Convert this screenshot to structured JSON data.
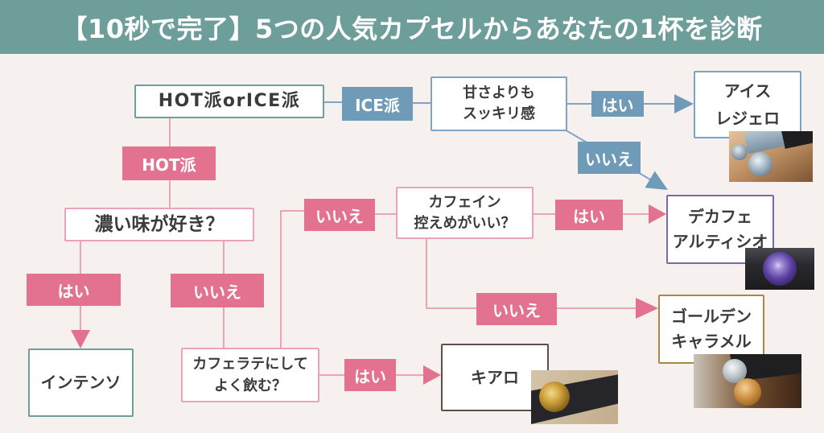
{
  "title": "【10秒で完了】5つの人気カプセルからあなたの1杯を診断",
  "colors": {
    "title_bar": "#6e9e9a",
    "background": "#f6f0ee",
    "ice_path": "#6f9bb9",
    "ice_path_line": "#7ea6c2",
    "hot_path": "#e2728f",
    "hot_path_line": "#eaa3b7",
    "result_ice_leggero": "#7ba4c1",
    "result_decaf_altissio": "#7a69a9",
    "result_golden_caramel": "#a78947",
    "result_chiaro": "#5b4f46",
    "result_intenso": "#6e9e9a"
  },
  "questions": {
    "hot_or_ice": "HOT派orICE派",
    "refreshing_over_sweet": [
      "甘さよりも",
      "スッキリ感"
    ],
    "strong_taste": "濃い味が好き？",
    "cafe_latte": [
      "カフェラテにして",
      "よく飲む？"
    ],
    "low_caffeine": [
      "カフェイン",
      "控えめがいい？"
    ]
  },
  "answers": {
    "ice": "ICE派",
    "hot": "HOT派",
    "refreshing_yes": "はい",
    "refreshing_no": "いいえ",
    "strong_yes": "はい",
    "strong_no": "いいえ",
    "latte_yes": "はい",
    "latte_no": "いいえ",
    "caffeine_yes": "はい",
    "caffeine_no": "いいえ"
  },
  "results": {
    "ice_leggero": [
      "アイス",
      "レジェロ"
    ],
    "decaf_altissio": [
      "デカフェ",
      "アルティシオ"
    ],
    "golden_caramel": [
      "ゴールデン",
      "キャラメル"
    ],
    "chiaro": "キアロ",
    "intenso": "インテンソ"
  }
}
